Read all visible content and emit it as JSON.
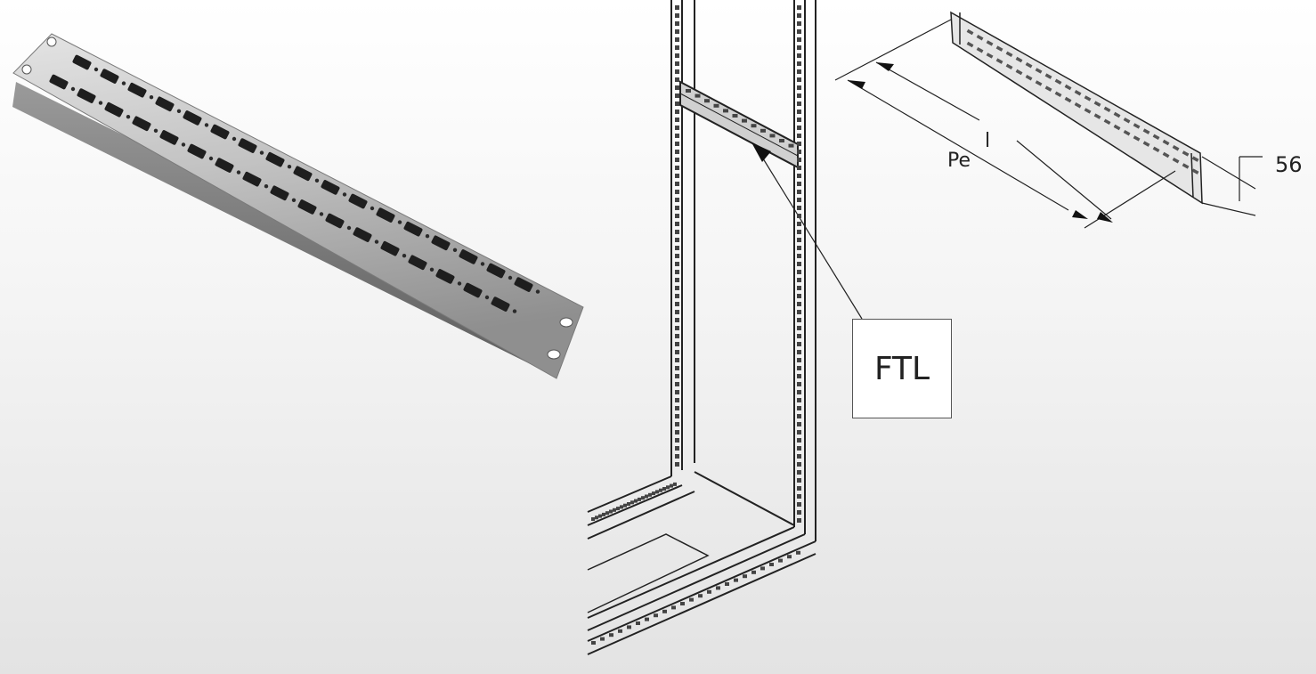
{
  "labels": {
    "ftl": "FTL",
    "pe": "Pe",
    "l": "l",
    "height": "56"
  },
  "colors": {
    "metal_light": "#e2e2e2",
    "metal_mid": "#b9b9b9",
    "metal_dark": "#6f6f6f",
    "line": "#222222"
  }
}
